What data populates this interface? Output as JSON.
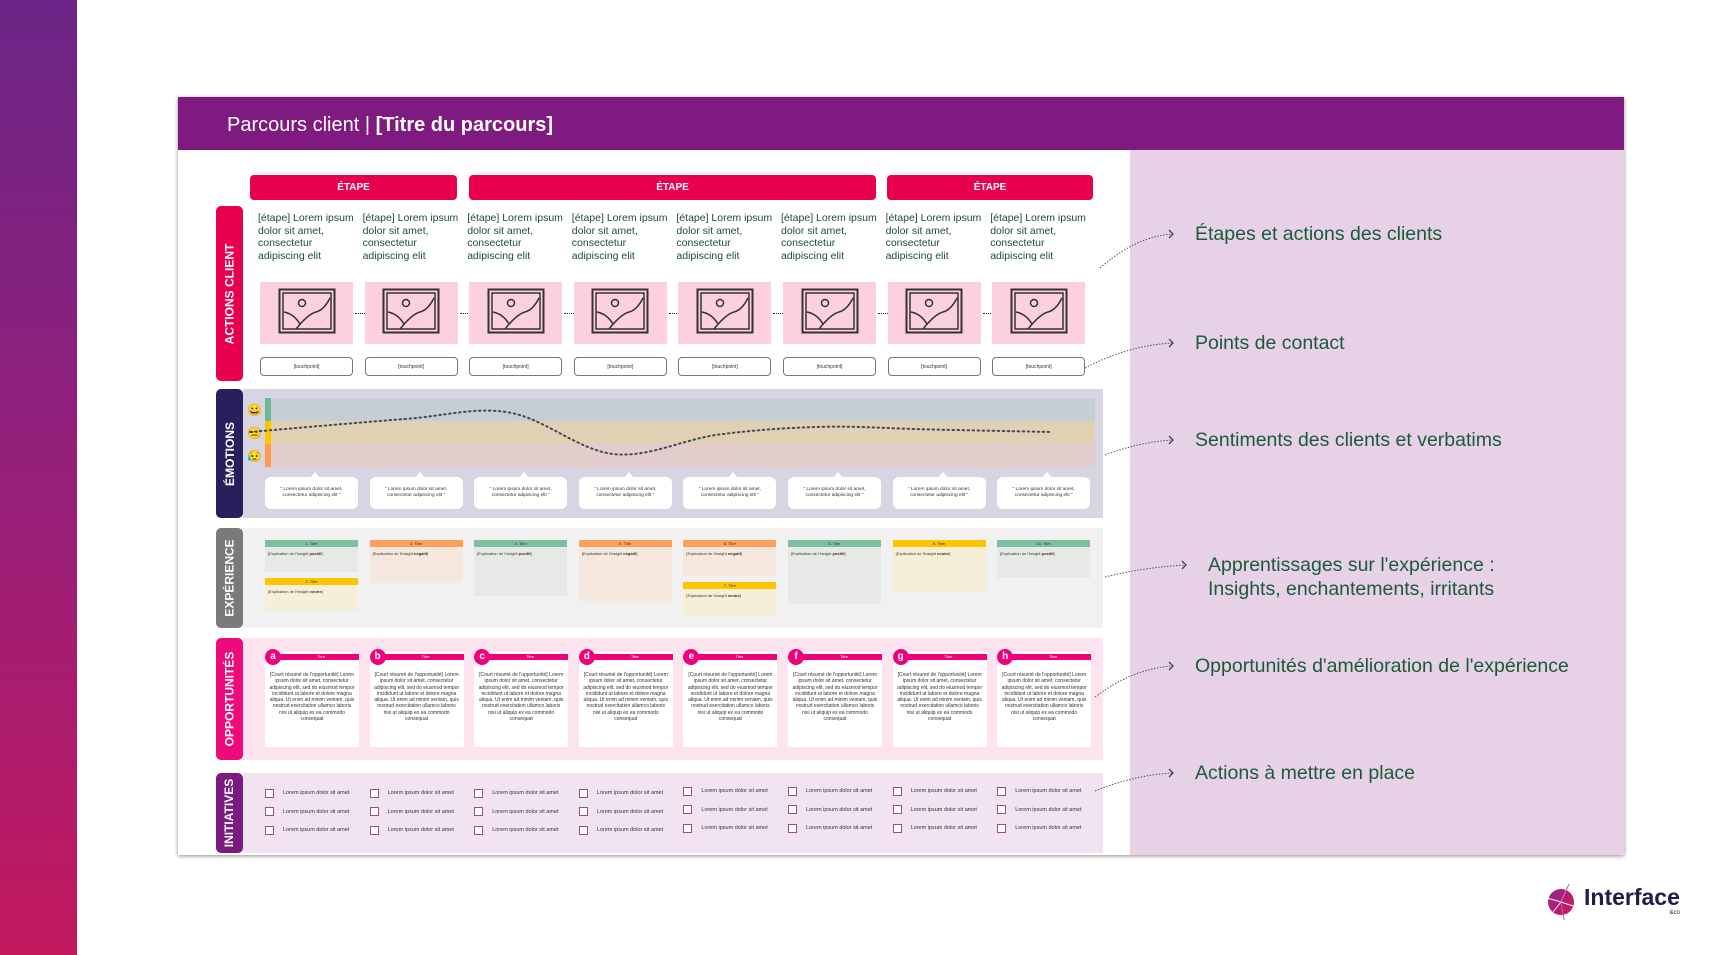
{
  "title": {
    "prefix": "Parcours client | ",
    "bold": "[Titre du parcours]"
  },
  "stages": [
    {
      "label": "ÉTAPE"
    },
    {
      "label": "ÉTAPE"
    },
    {
      "label": "ÉTAPE"
    }
  ],
  "rows": {
    "actions": "ACTIONS CLIENT",
    "emotions": "ÉMOTIONS",
    "experience": "EXPÉRIENCE",
    "opportunities": "OPPORTUNITÉS",
    "initiatives": "INITIATIVES"
  },
  "colors": {
    "header": "#7e1a80",
    "stage": "#e8004f",
    "positif": "#7dbf9e",
    "negatif": "#ffa05a",
    "neutre": "#ffc400"
  },
  "actions": [
    "[étape] Lorem ipsum dolor sit amet, consectetur adipiscing elit",
    "[étape] Lorem ipsum dolor sit amet, consectetur adipiscing elit",
    "[étape] Lorem ipsum dolor sit amet, consectetur adipiscing elit",
    "[étape] Lorem ipsum dolor sit amet, consectetur adipiscing elit",
    "[étape] Lorem ipsum dolor sit amet, consectetur adipiscing elit",
    "[étape] Lorem ipsum dolor sit amet, consectetur adipiscing elit",
    "[étape] Lorem ipsum dolor sit amet, consectetur adipiscing elit",
    "[étape] Lorem ipsum dolor sit amet, consectetur adipiscing elit"
  ],
  "touchpoints": [
    "[touchpoint]",
    "[touchpoint]",
    "[touchpoint]",
    "[touchpoint]",
    "[touchpoint]",
    "[touchpoint]",
    "[touchpoint]",
    "[touchpoint]"
  ],
  "emotion_scores": [
    0,
    0.5,
    0.75,
    -0.85,
    -0.1,
    0.2,
    0.1,
    0
  ],
  "emoji": [
    "😀",
    "😐",
    "😥"
  ],
  "verbatims": [
    "“ Lorem ipsum dolor sit amet, consectetur adipiscing elit ”",
    "“ Lorem ipsum dolor sit amet, consectetur adipiscing elit ”",
    "“ Lorem ipsum dolor sit amet, consectetur adipiscing elit ”",
    "“ Lorem ipsum dolor sit amet, consectetur adipiscing elit ”",
    "“ Lorem ipsum dolor sit amet, consectetur adipiscing elit ”",
    "“ Lorem ipsum dolor sit amet, consectetur adipiscing elit ”",
    "“ Lorem ipsum dolor sit amet, consectetur adipiscing elit ”",
    "“ Lorem ipsum dolor sit amet, consectetur adipiscing elit ”"
  ],
  "experience": [
    [
      {
        "title": "1. Titre",
        "type": "positif",
        "text": "[Explication de l'insight ",
        "kw": "positif",
        "end": "]"
      },
      {
        "title": "2. Titre",
        "type": "neutre",
        "text": "[Explication de l'insight ",
        "kw": "neutre",
        "end": "]"
      }
    ],
    [
      {
        "title": "3. Titre",
        "type": "negatif",
        "text": "[Explication de l'insight ",
        "kw": "négatif",
        "end": "]"
      }
    ],
    [
      {
        "title": "4. Titre",
        "type": "positif",
        "text": "[Explication de l'insight ",
        "kw": "positif",
        "end": "]"
      }
    ],
    [
      {
        "title": "5. Titre",
        "type": "negatif",
        "text": "[Explication de l'insight ",
        "kw": "négatif",
        "end": "]"
      }
    ],
    [
      {
        "title": "6. Titre",
        "type": "negatif",
        "text": "[Explication de l'insight ",
        "kw": "négatif",
        "end": "]"
      },
      {
        "title": "7. Titre",
        "type": "neutre",
        "text": "[Explication de l'insight ",
        "kw": "neutre",
        "end": "]"
      }
    ],
    [
      {
        "title": "8. Titre",
        "type": "positif",
        "text": "[Explication de l'insight ",
        "kw": "positif",
        "end": "]"
      }
    ],
    [
      {
        "title": "9. Titre",
        "type": "neutre",
        "text": "[Explication de l'insight ",
        "kw": "neutre",
        "end": "]"
      }
    ],
    [
      {
        "title": "10. Titre",
        "type": "positif",
        "text": "[Explication de l'insight ",
        "kw": "positif",
        "end": "]"
      }
    ]
  ],
  "opportunities": [
    {
      "letter": "a",
      "title": "Titre",
      "text": "[Court résumé de l'opportunité] Lorem ipsum dolor sit amet, consectetur adipiscing elit, sed do eiusmod tempor incididunt ut labore et dolore magna aliqua. Ut enim ad minim veniam, quis nostrud exercitation ullamco laboris nisi ut aliquip ex ea commodo consequat"
    },
    {
      "letter": "b",
      "title": "Titre",
      "text": "[Court résumé de l'opportunité] Lorem ipsum dolor sit amet, consectetur adipiscing elit, sed do eiusmod tempor incididunt ut labore et dolore magna aliqua. Ut enim ad minim veniam, quis nostrud exercitation ullamco laboris nisi ut aliquip ex ea commodo consequat"
    },
    {
      "letter": "c",
      "title": "Titre",
      "text": "[Court résumé de l'opportunité] Lorem ipsum dolor sit amet, consectetur adipiscing elit, sed do eiusmod tempor incididunt ut labore et dolore magna aliqua. Ut enim ad minim veniam, quis nostrud exercitation ullamco laboris nisi ut aliquip ex ea commodo consequat"
    },
    {
      "letter": "d",
      "title": "Titre",
      "text": "[Court résumé de l'opportunité] Lorem ipsum dolor sit amet, consectetur adipiscing elit, sed do eiusmod tempor incididunt ut labore et dolore magna aliqua. Ut enim ad minim veniam, quis nostrud exercitation ullamco laboris nisi ut aliquip ex ea commodo consequat"
    },
    {
      "letter": "e",
      "title": "Titre",
      "text": "[Court résumé de l'opportunité] Lorem ipsum dolor sit amet, consectetur adipiscing elit, sed do eiusmod tempor incididunt ut labore et dolore magna aliqua. Ut enim ad minim veniam, quis nostrud exercitation ullamco laboris nisi ut aliquip ex ea commodo consequat"
    },
    {
      "letter": "f",
      "title": "Titre",
      "text": "[Court résumé de l'opportunité] Lorem ipsum dolor sit amet, consectetur adipiscing elit, sed do eiusmod tempor incididunt ut labore et dolore magna aliqua. Ut enim ad minim veniam, quis nostrud exercitation ullamco laboris nisi ut aliquip ex ea commodo consequat"
    },
    {
      "letter": "g",
      "title": "Titre",
      "text": "[Court résumé de l'opportunité] Lorem ipsum dolor sit amet, consectetur adipiscing elit, sed do eiusmod tempor incididunt ut labore et dolore magna aliqua. Ut enim ad minim veniam, quis nostrud exercitation ullamco laboris nisi ut aliquip ex ea commodo consequat"
    },
    {
      "letter": "h",
      "title": "Titre",
      "text": "[Court résumé de l'opportunité] Lorem ipsum dolor sit amet, consectetur adipiscing elit, sed do eiusmod tempor incididunt ut labore et dolore magna aliqua. Ut enim ad minim veniam, quis nostrud exercitation ullamco laboris nisi ut aliquip ex ea commodo consequat"
    }
  ],
  "initiative_text": "Lorem ipsum dolor sit amet",
  "legend": [
    "Étapes et actions des clients",
    "Points de contact",
    "Sentiments des clients et verbatims",
    "Apprentissages sur l'expérience :",
    "Insights, enchantements, irritants",
    "Opportunités d'amélioration de l'expérience",
    "Actions à mettre en place"
  ],
  "logo": {
    "name": "Interface",
    "suffix": "&co"
  }
}
